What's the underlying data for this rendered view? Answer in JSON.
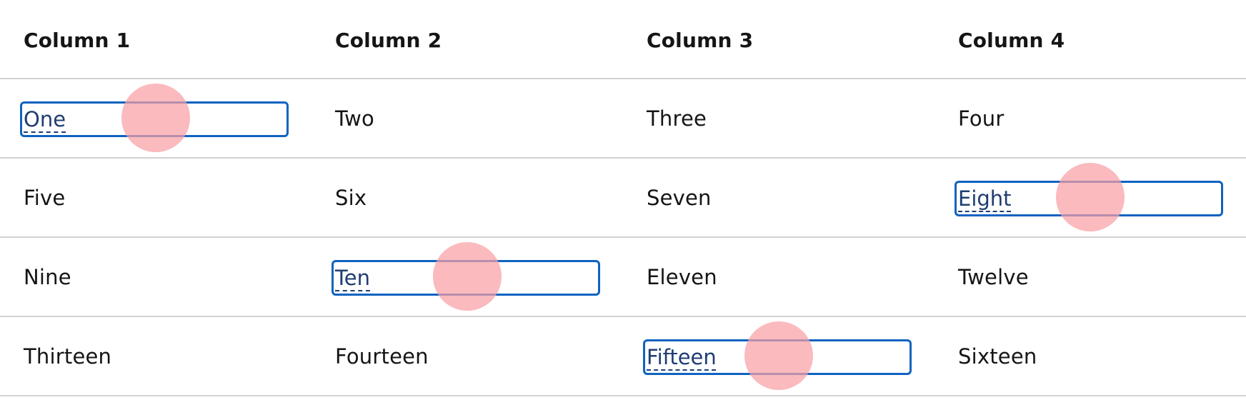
{
  "table": {
    "headers": [
      "Column 1",
      "Column 2",
      "Column 3",
      "Column 4"
    ],
    "rows": [
      [
        "One",
        "Two",
        "Three",
        "Four"
      ],
      [
        "Five",
        "Six",
        "Seven",
        "Eight"
      ],
      [
        "Nine",
        "Ten",
        "Eleven",
        "Twelve"
      ],
      [
        "Thirteen",
        "Fourteen",
        "Fifteen",
        "Sixteen"
      ]
    ]
  },
  "colors": {
    "focus_border": "#0f63c0",
    "link_text": "#1f3d73",
    "touch_indicator": "#f8a0a5",
    "row_divider": "#d2d2d2"
  }
}
